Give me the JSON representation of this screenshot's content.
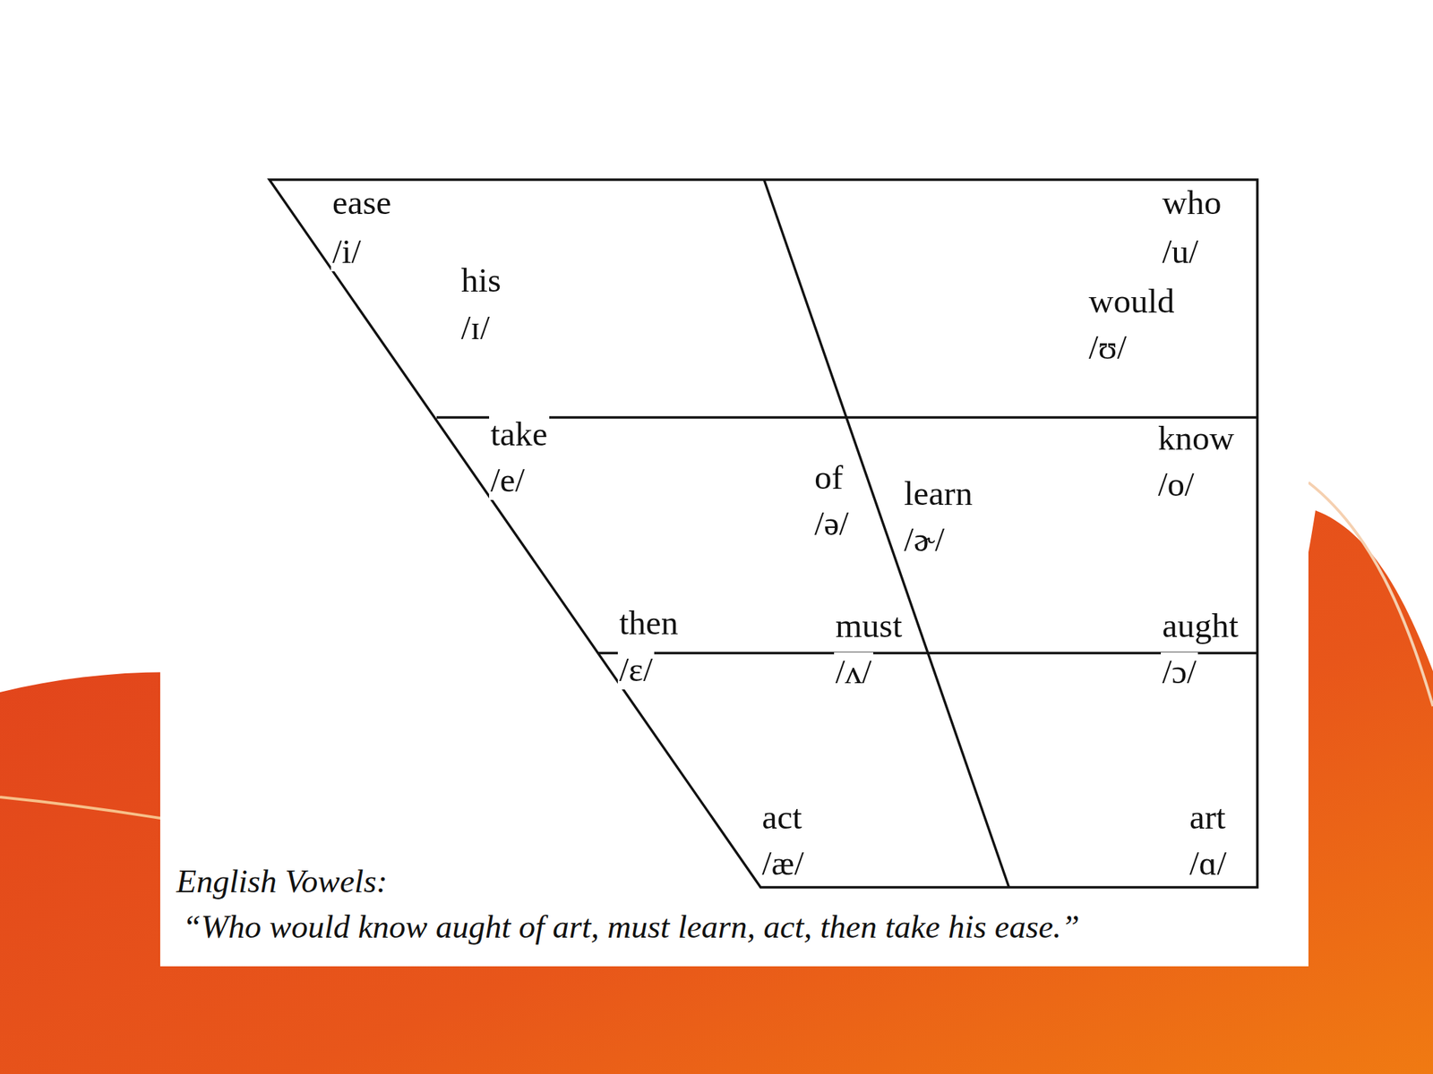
{
  "diagram": {
    "caption": "English Vowels:",
    "labels": [
      "ease",
      "/i/",
      "his",
      "/ɪ/",
      "who",
      "/u/",
      "would",
      "/ʊ/",
      "take",
      "/e/",
      "of",
      "/ə/",
      "learn",
      "/ɚ/",
      "know",
      "/o/",
      "then",
      "/ɛ/",
      "must",
      "/ʌ/",
      "aught",
      "/ɔ/",
      "act",
      "/æ/",
      "art",
      "/ɑ/",
      "“Who would know aught of art, must learn, act, then take his ease.”"
    ]
  }
}
